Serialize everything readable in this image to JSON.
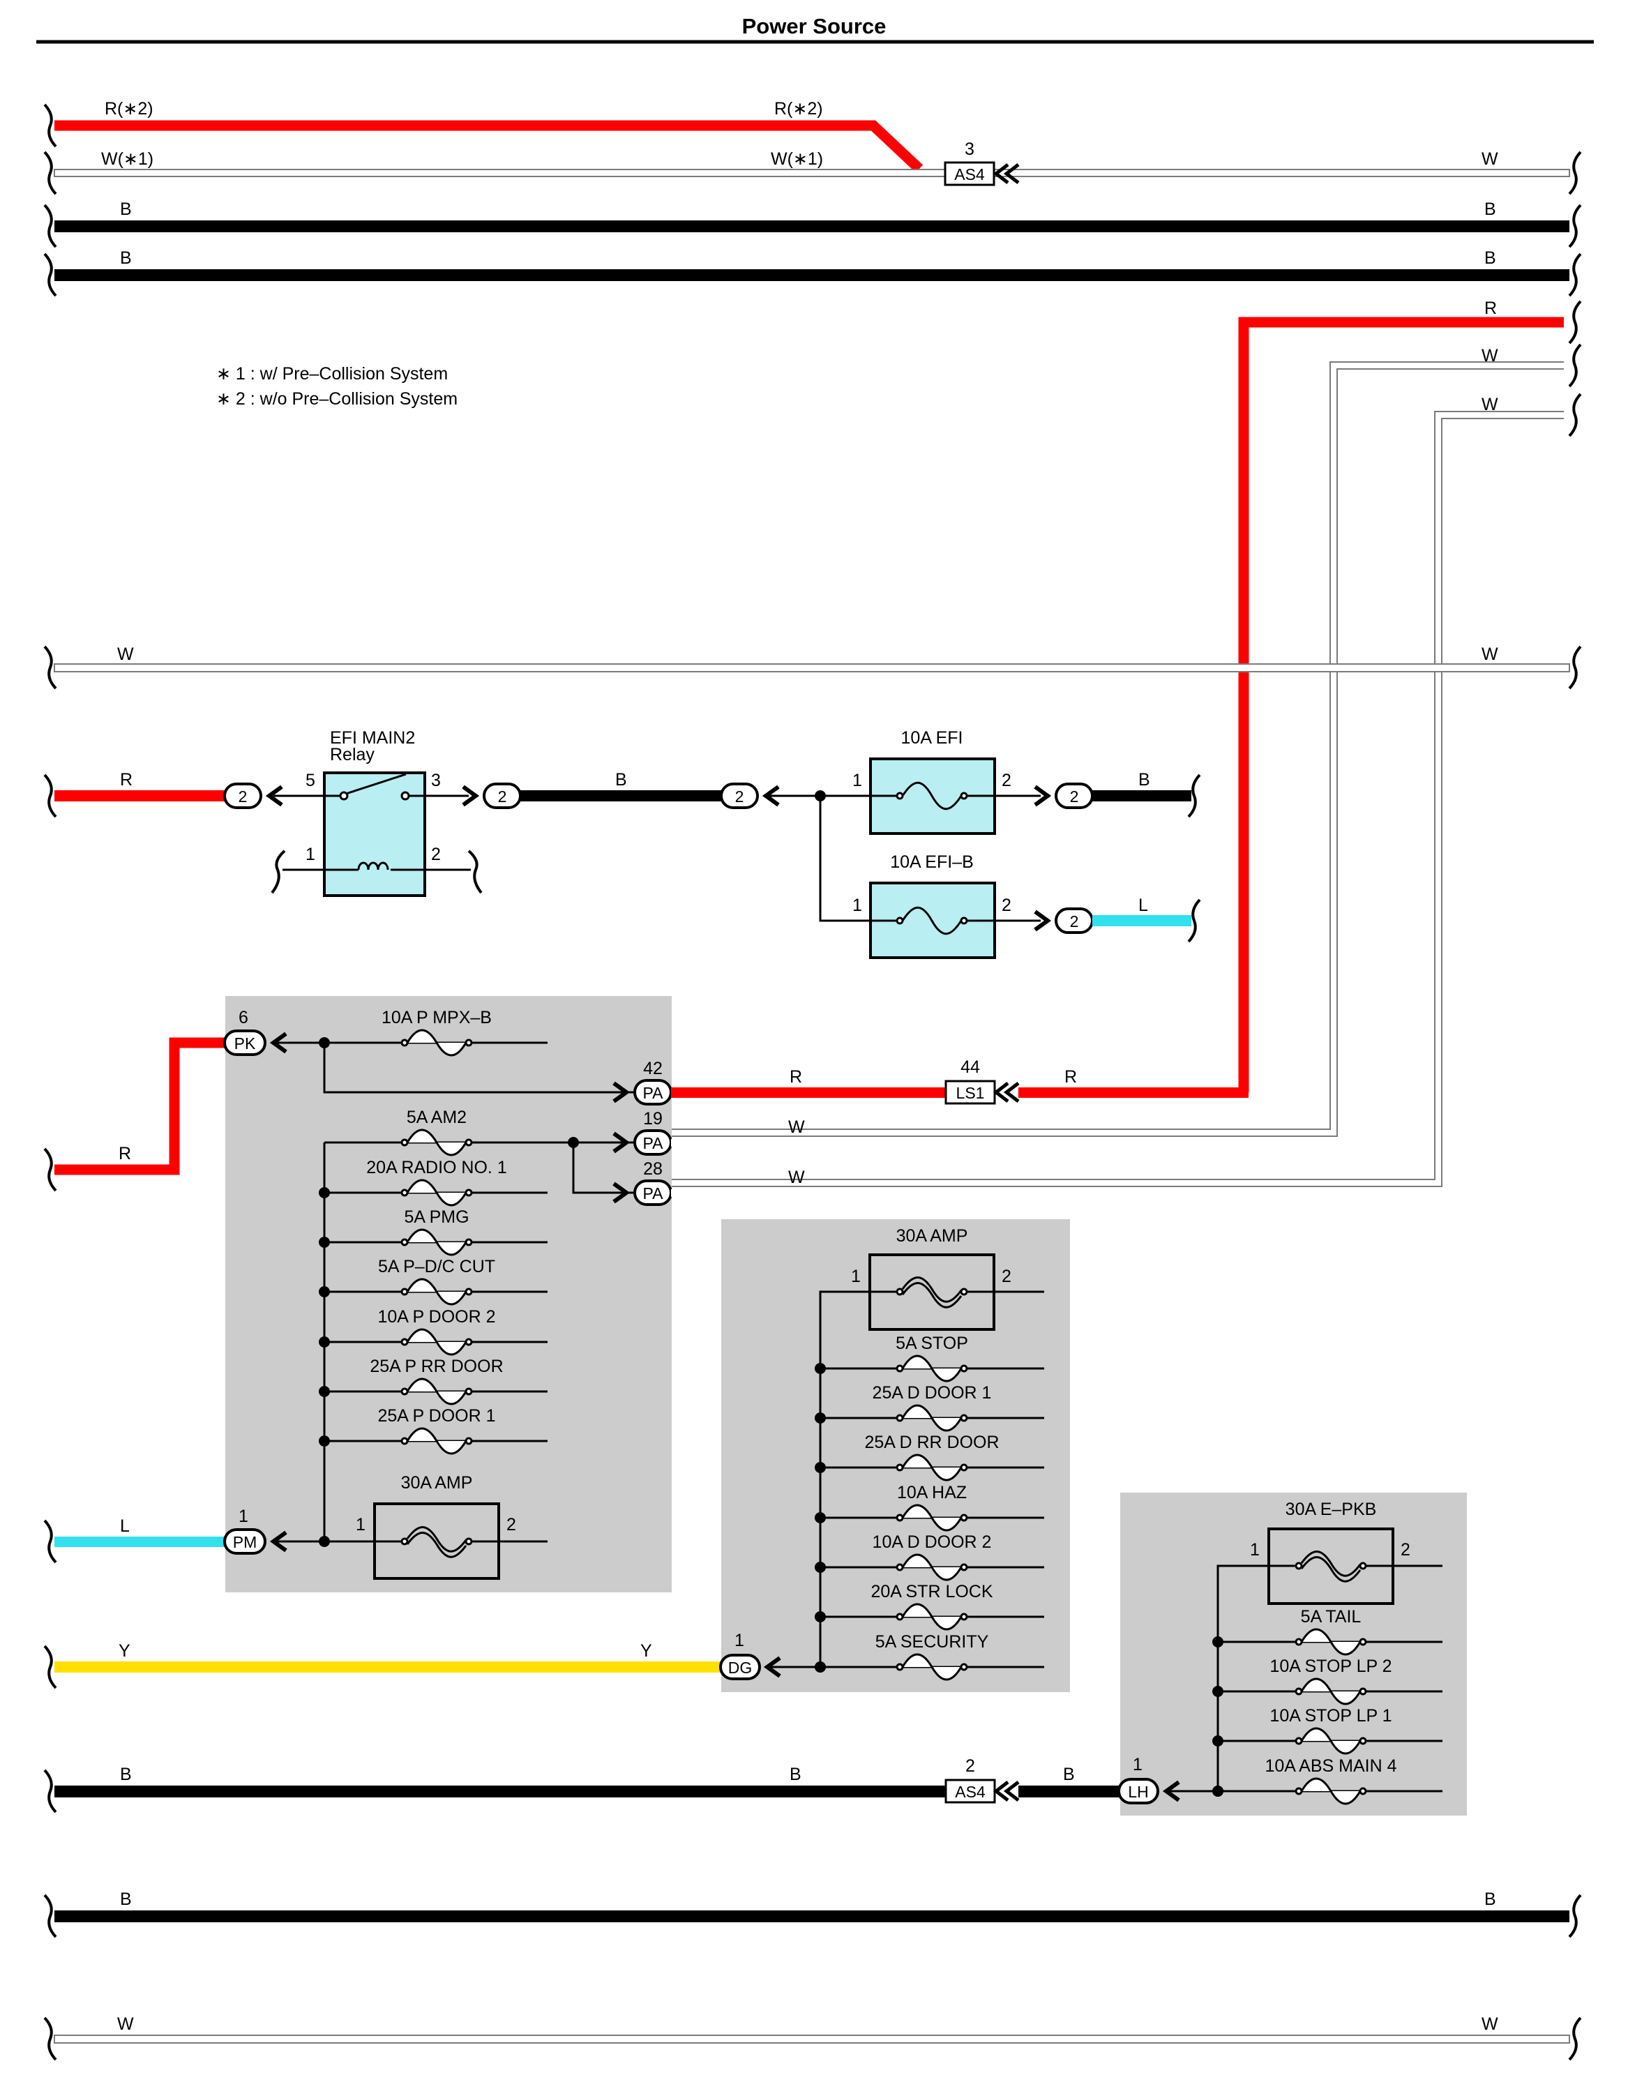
{
  "page": {
    "title": "Power Source"
  },
  "colors": {
    "red": "#ff0000",
    "black": "#000000",
    "white_wire": "#ffffff",
    "wire_outline": "#7a7a7a",
    "blue": "#33e0ee",
    "yellow": "#ffe000",
    "fuse_fill": "#b9eef2",
    "block_fill": "#cccccc"
  },
  "notes": {
    "n1": "∗ 1 : w/ Pre–Collision System",
    "n2": "∗ 2 : w/o Pre–Collision System"
  },
  "wire_labels": {
    "r_top_left": "R(∗2)",
    "r_top_mid": "R(∗2)",
    "w_top_left": "W(∗1)",
    "w_top_mid": "W(∗1)",
    "w_top_right": "W",
    "b1_left": "B",
    "b1_right": "B",
    "b2_left": "B",
    "b2_right": "B",
    "r_right": "R",
    "w_right_1": "W",
    "w_right_2": "W",
    "w_mid_left": "W",
    "w_mid_right": "W",
    "efi_in": "R",
    "efi_mid": "B",
    "efi_out": "B",
    "efib_out": "L",
    "pk_in": "R",
    "pa42_out": "R",
    "ls1_out": "R",
    "pa19_out": "W",
    "pa28_out": "W",
    "pm_in": "L",
    "dg_left": "Y",
    "dg_right": "Y",
    "lh_left": "B",
    "lh_mid": "B",
    "lh_right": "B",
    "b_low_left": "B",
    "b_low_right": "B",
    "w_low_left": "W",
    "w_low_right": "W"
  },
  "connectors": {
    "as4_top": {
      "code": "AS4",
      "pin": "3"
    },
    "c_efi_in": {
      "pin": "2"
    },
    "c_efi_mid1": {
      "pin": "2"
    },
    "c_efi_mid2": {
      "pin": "2"
    },
    "c_efi_out": {
      "pin": "2"
    },
    "c_efib_out": {
      "pin": "2"
    },
    "pk": {
      "code": "PK",
      "pin": "6"
    },
    "pa42": {
      "code": "PA",
      "pin": "42"
    },
    "pa19": {
      "code": "PA",
      "pin": "19"
    },
    "pa28": {
      "code": "PA",
      "pin": "28"
    },
    "ls1": {
      "code": "LS1",
      "pin": "44"
    },
    "pm": {
      "code": "PM",
      "pin": "1"
    },
    "dg": {
      "code": "DG",
      "pin": "1"
    },
    "as4_low": {
      "code": "AS4",
      "pin": "2"
    },
    "lh": {
      "code": "LH",
      "pin": "1"
    }
  },
  "relay": {
    "name_line1": "EFI MAIN2",
    "name_line2": "Relay",
    "pin5": "5",
    "pin3": "3",
    "pin1": "1",
    "pin2": "2"
  },
  "fuses": {
    "efi": {
      "label": "10A EFI",
      "pin1": "1",
      "pin2": "2"
    },
    "efib": {
      "label": "10A EFI–B",
      "pin1": "1",
      "pin2": "2"
    },
    "block1": [
      "10A P MPX–B",
      "5A AM2",
      "20A RADIO NO. 1",
      "5A PMG",
      "5A P–D/C CUT",
      "10A P DOOR 2",
      "25A P RR DOOR",
      "25A P DOOR 1"
    ],
    "block1_amp": {
      "label": "30A AMP",
      "pin1": "1",
      "pin2": "2"
    },
    "block2_amp": {
      "label": "30A AMP",
      "pin1": "1",
      "pin2": "2"
    },
    "block2": [
      "5A STOP",
      "25A D DOOR 1",
      "25A D RR DOOR",
      "10A HAZ",
      "10A D DOOR 2",
      "20A STR LOCK",
      "5A SECURITY"
    ],
    "block3_epkb": {
      "label": "30A E–PKB",
      "pin1": "1",
      "pin2": "2"
    },
    "block3": [
      "5A TAIL",
      "10A STOP LP 2",
      "10A STOP LP 1",
      "10A ABS MAIN 4"
    ]
  }
}
